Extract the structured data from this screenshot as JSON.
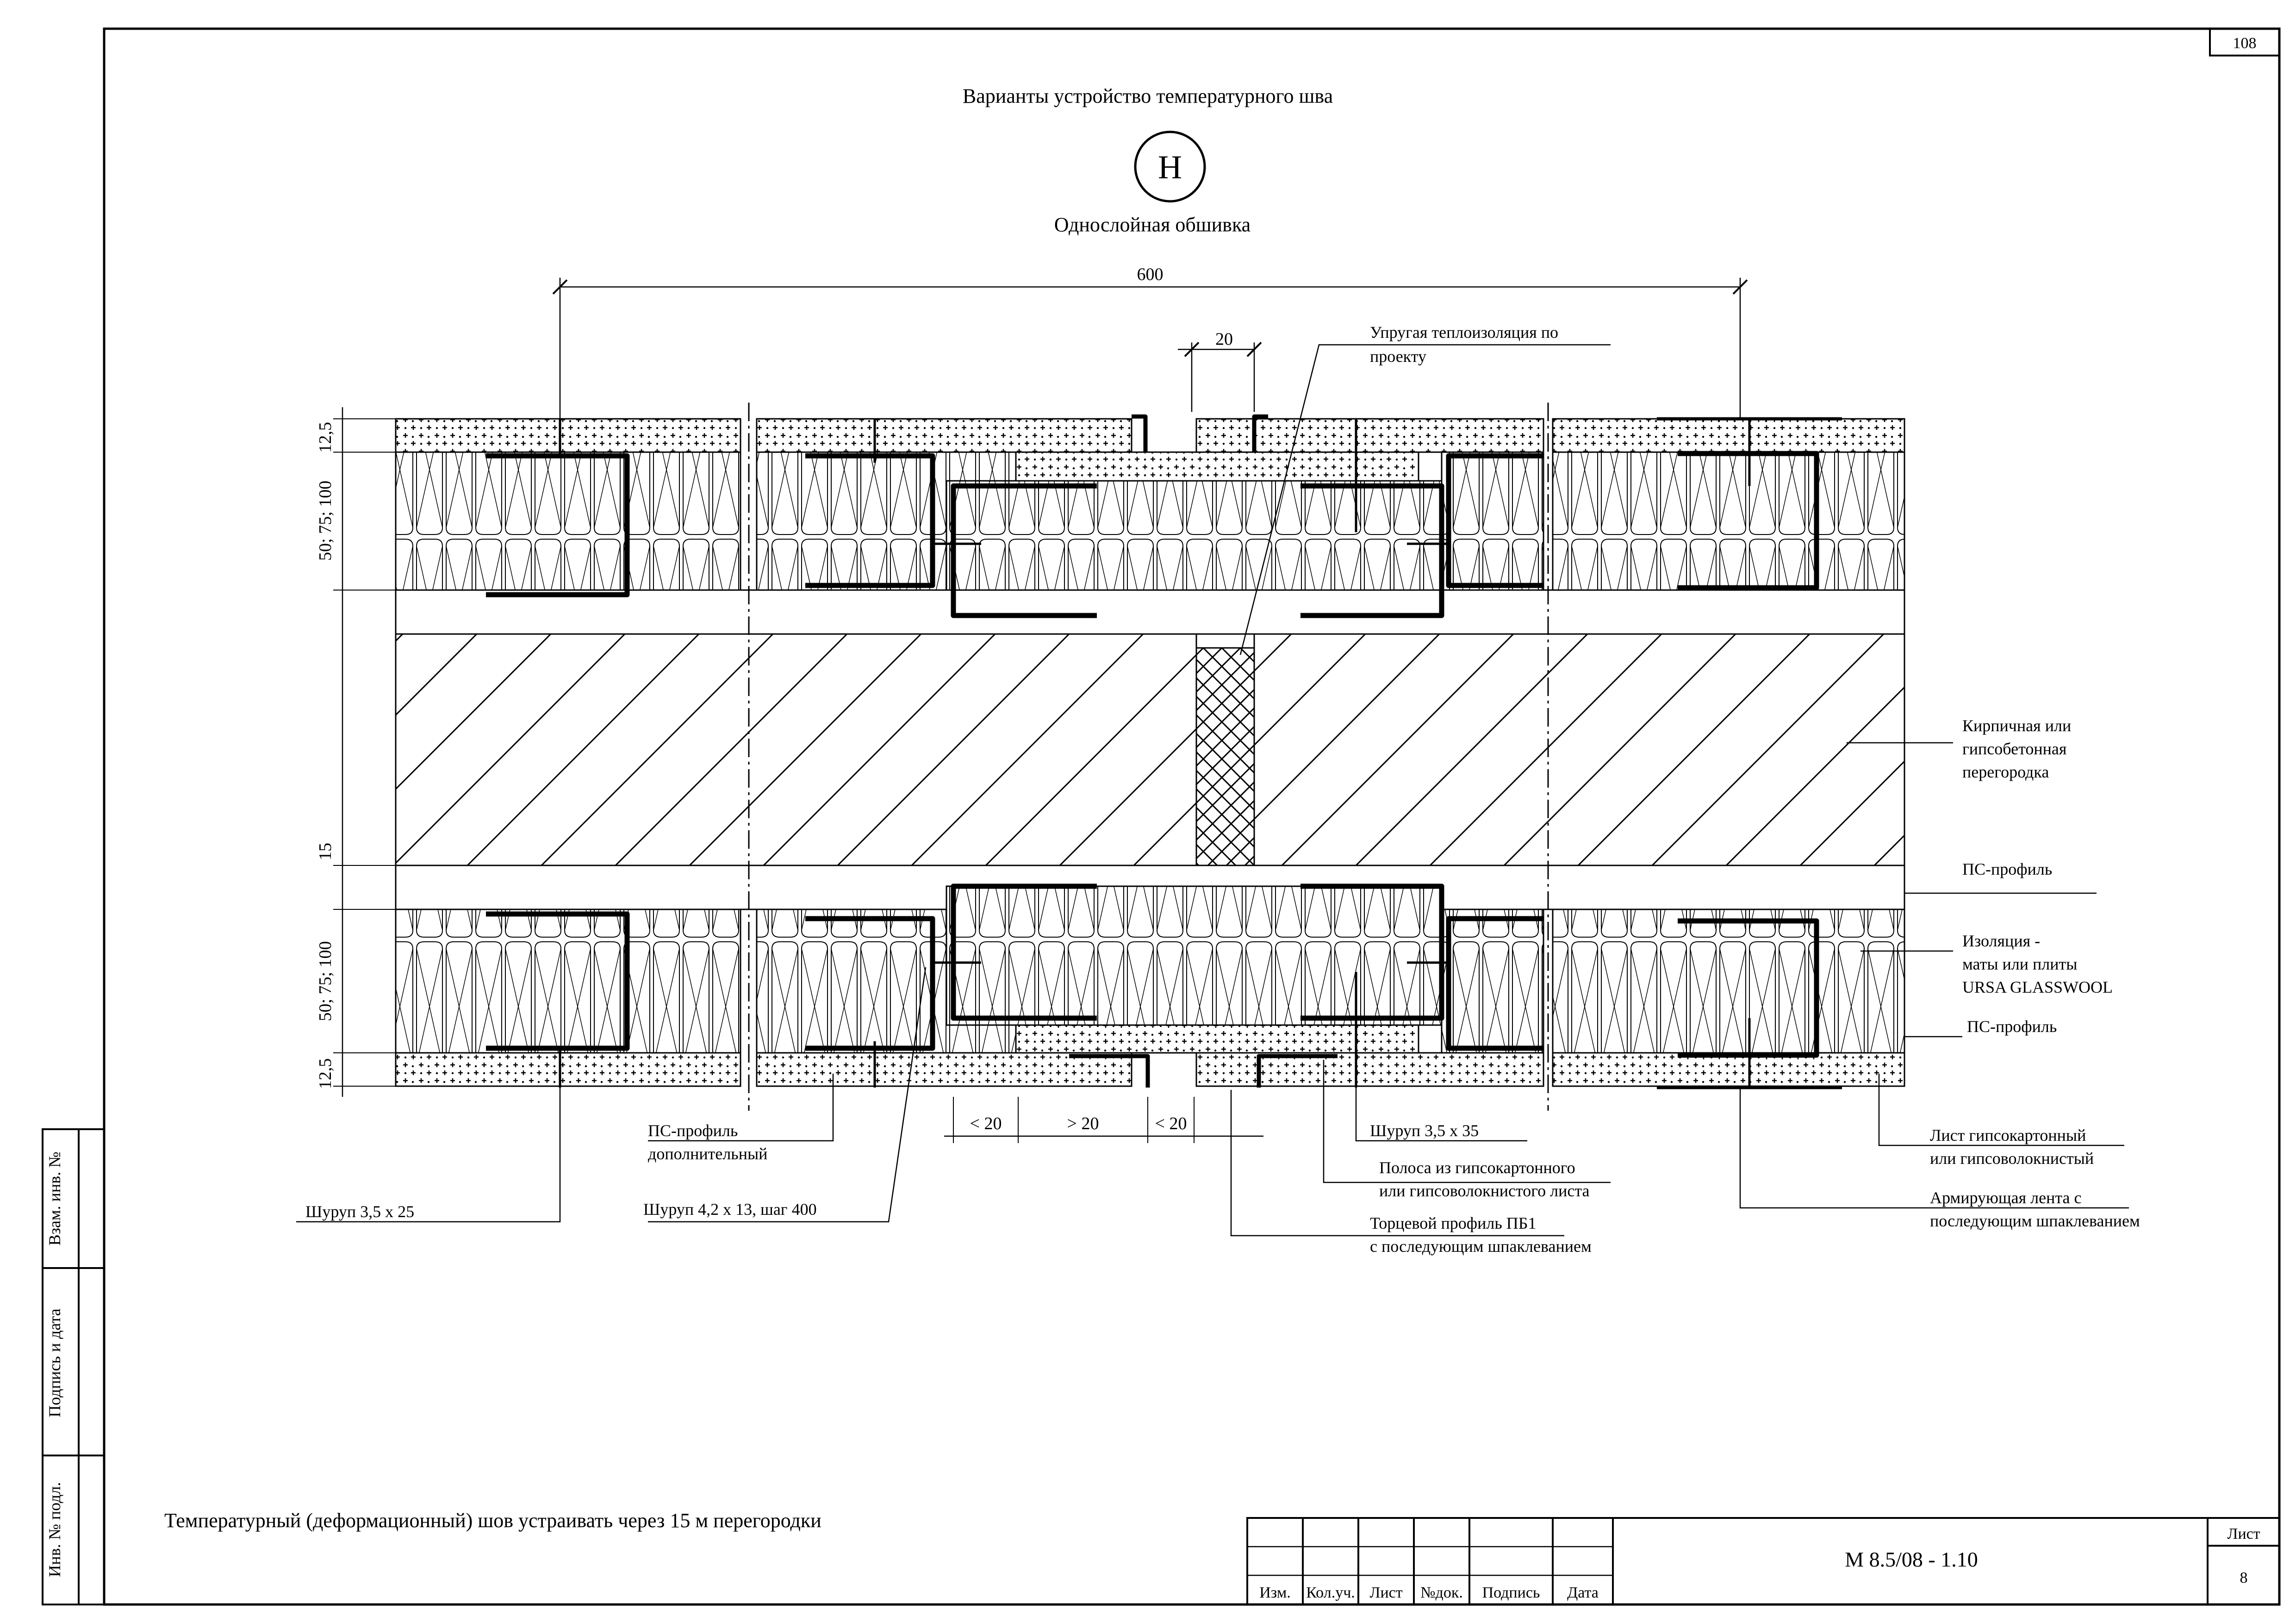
{
  "page_number": "108",
  "title": "Варианты устройство температурного шва",
  "marker": "Н",
  "subtitle": "Однослойная обшивка",
  "dims": {
    "top_span": "600",
    "joint_gap": "20",
    "left_board_top": "12,5",
    "left_layer_top": "50; 75; 100",
    "left_gap": "15",
    "left_layer_bottom": "50; 75; 100",
    "left_board_bottom": "12,5",
    "bottom_lt1": "< 20",
    "bottom_gt": "> 20",
    "bottom_lt2": "< 20"
  },
  "annotations": {
    "insulation_top_1": "Упругая теплоизоляция по",
    "insulation_top_2": "проекту",
    "brick_1": "Кирпичная или",
    "brick_2": "гипсобетонная",
    "brick_3": "перегородка",
    "ps_profile_1": "ПС-профиль",
    "insul_1": "Изоляция -",
    "insul_2": "маты или плиты",
    "insul_3": "URSA GLASSWOOL",
    "ps_profile_2": "ПС-профиль",
    "gkl_1": "Лист гипсокартонный",
    "gkl_2": "или гипсоволокнистый",
    "tape_1": "Армирующая лента с",
    "tape_2": "последующим шпаклеванием",
    "screw_35x35": "Шуруп 3,5 х 35",
    "strip_1": "Полоса из гипсокартонного",
    "strip_2": "или гипсоволокнистого листа",
    "end_profile_1": "Торцевой профиль ПБ1",
    "end_profile_2": "с последующим шпаклеванием",
    "ps_extra_1": "ПС-профиль",
    "ps_extra_2": "дополнительный",
    "screw_42": "Шуруп 4,2 х 13, шаг 400",
    "screw_35x25": "Шуруп 3,5 х 25"
  },
  "note": "Температурный (деформационный) шов устраивать через 15 м перегородки",
  "side_stamp": {
    "vzam": "Взам. инв. №",
    "podpis": "Подпись и дата",
    "inv": "Инв. № подл."
  },
  "title_block": {
    "headers": [
      "Изм.",
      "Кол.уч.",
      "Лист",
      "№док.",
      "Подпись",
      "Дата"
    ],
    "code": "М 8.5/08 - 1.10",
    "sheet_label": "Лист",
    "sheet_no": "8"
  }
}
